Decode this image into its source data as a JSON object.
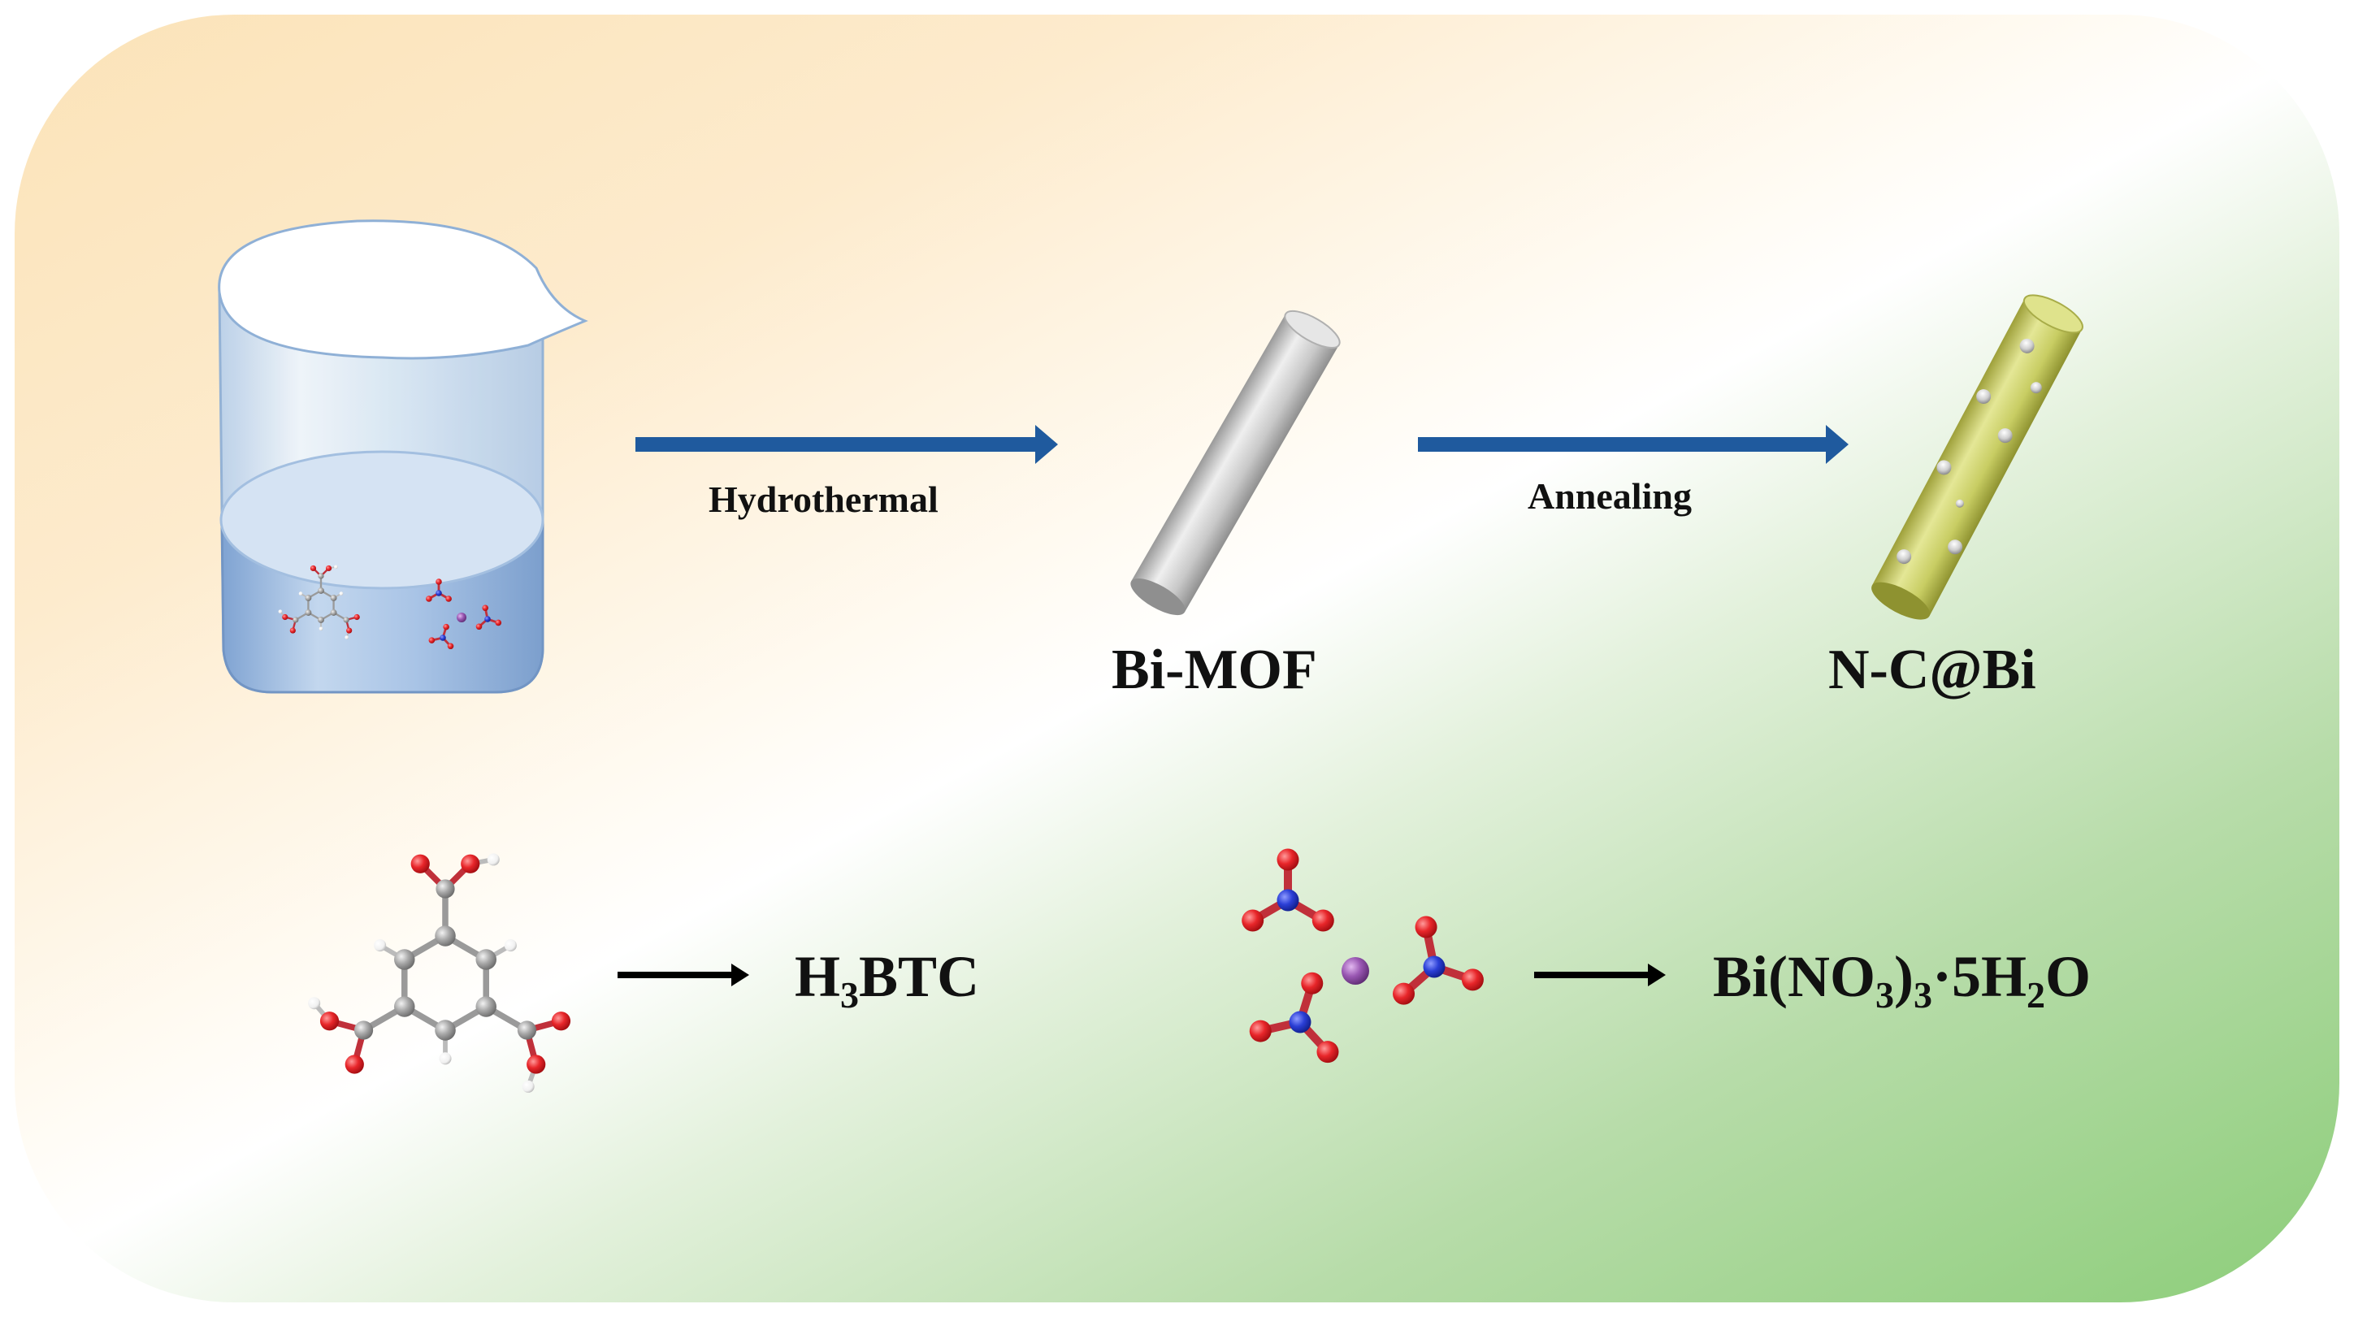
{
  "steps": {
    "hydrothermal": "Hydrothermal",
    "annealing": "Annealing"
  },
  "products": {
    "bi_mof": "Bi-MOF",
    "nc_bi": "N-C@Bi"
  },
  "reagents": {
    "h3btc": {
      "pre": "H",
      "sub1": "3",
      "post": "BTC"
    },
    "bismuth_nitrate": {
      "pre": "Bi(NO",
      "sub1": "3",
      "mid": ")",
      "sub2": "3",
      "mid2": "·5H",
      "sub3": "2",
      "post": "O"
    }
  },
  "colors": {
    "process_arrow": "#1f5a9e",
    "bi_mof_rod": "#c8c8c8",
    "nc_bi_rod": "#c8cd63",
    "bi_particle": "#d0d0d0",
    "beaker_glass": "#d9e8f6",
    "solution": "#9bbbe0",
    "oxygen_atom": "#e8262a",
    "carbon_atom": "#a8a8a8",
    "hydrogen_atom": "#ffffff",
    "nitrogen_atom": "#2b3fd6",
    "bismuth_atom": "#9a58b3",
    "reaction_arrow": "#000000"
  },
  "icons": [
    "beaker-icon",
    "bi-mof-rod-icon",
    "nc-bi-rod-icon",
    "h3btc-molecule-icon",
    "bismuth-nitrate-molecule-icon"
  ]
}
